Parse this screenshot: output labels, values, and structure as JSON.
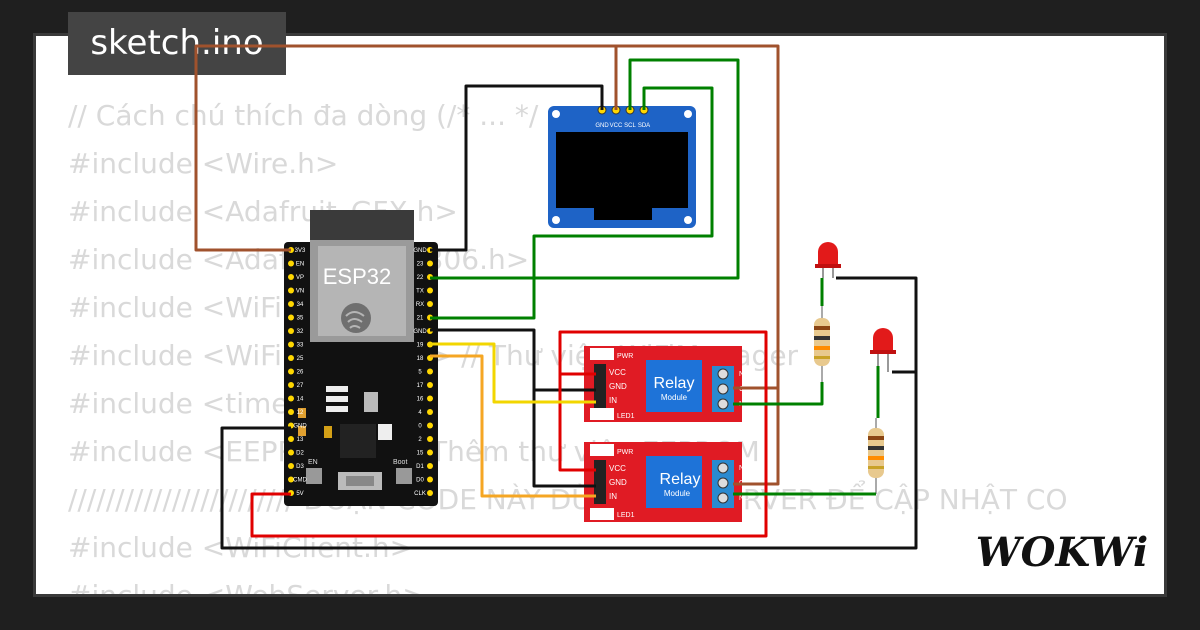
{
  "sketch": {
    "title": "sketch.ino"
  },
  "code_lines": [
    "// Cách chú thích đa dòng (/* ... */",
    "#include <Wire.h>",
    "#include <Adafruit_GFX.h>",
    "#include <Adafruit_SSD1306.h>",
    "#include <WiFi.h>",
    "#include <WiFiManager.h> // Thư viện WiFiManager",
    "#include <time.h>",
    "#include <EEPROM.h> // Thêm thư viện EEPROM",
    "//////////////////////// ĐOẠN CODE NÀY DÙNG WEBSERVER ĐỂ CẬP NHẬT CO",
    "#include <WiFiClient.h>",
    "#include <WebServer.h>"
  ],
  "esp32": {
    "label": "ESP32",
    "en_label": "EN",
    "boot_label": "Boot",
    "left_pins": [
      "3V3",
      "EN",
      "VP",
      "VN",
      "34",
      "35",
      "32",
      "33",
      "25",
      "26",
      "27",
      "14",
      "12",
      "GND",
      "13",
      "D2",
      "D3",
      "CMD",
      "5V"
    ],
    "right_pins": [
      "GND",
      "23",
      "22",
      "TX",
      "RX",
      "21",
      "GND",
      "19",
      "18",
      "5",
      "17",
      "16",
      "4",
      "0",
      "2",
      "15",
      "D1",
      "D0",
      "CLK"
    ]
  },
  "oled": {
    "pins": [
      "GND",
      "VCC",
      "SCL",
      "SDA"
    ]
  },
  "relays": [
    {
      "title": "Relay",
      "subtitle": "Module",
      "pwr": "PWR",
      "led": "LED1",
      "inputs": [
        "VCC",
        "GND",
        "IN"
      ],
      "outputs": [
        "NC",
        "COM",
        "NO"
      ]
    },
    {
      "title": "Relay",
      "subtitle": "Module",
      "pwr": "PWR",
      "led": "LED1",
      "inputs": [
        "VCC",
        "GND",
        "IN"
      ],
      "outputs": [
        "NC",
        "COM",
        "NO"
      ]
    }
  ],
  "brand": {
    "text": "WOKWi"
  },
  "colors": {
    "wire_brown": "#a0522d",
    "wire_green": "#008000",
    "wire_black": "#111111",
    "wire_red": "#e00000",
    "wire_yellow": "#f2d600",
    "wire_orange": "#f5a623",
    "relay_red": "#e01b24",
    "oled_blue": "#1e63c6",
    "led_red": "#e21a1a"
  }
}
